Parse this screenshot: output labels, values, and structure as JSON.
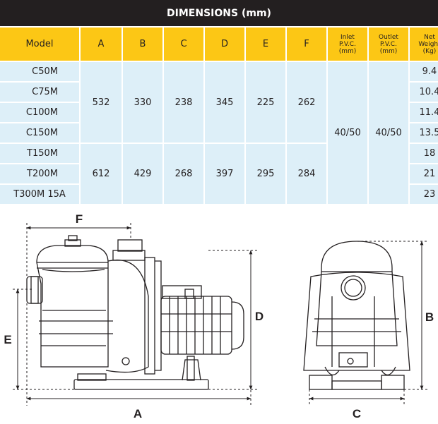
{
  "title": "DIMENSIONS (mm)",
  "headers": {
    "model": "Model",
    "a": "A",
    "b": "B",
    "c": "C",
    "d": "D",
    "e": "E",
    "f": "F",
    "inlet": [
      "Inlet",
      "P.V.C.",
      "(mm)"
    ],
    "outlet": [
      "Outlet",
      "P.V.C.",
      "(mm)"
    ],
    "weight": [
      "Net",
      "Weight",
      "(Kg)"
    ]
  },
  "models": [
    "C50M",
    "C75M",
    "C100M",
    "C150M",
    "T150M",
    "T200M",
    "T300M 15A"
  ],
  "weights": [
    "9.4",
    "10.4",
    "11.4",
    "13.5",
    "18",
    "21",
    "23"
  ],
  "groups": [
    {
      "a": "532",
      "b": "330",
      "c": "238",
      "d": "345",
      "e": "225",
      "f": "262"
    },
    {
      "a": "612",
      "b": "429",
      "c": "268",
      "d": "397",
      "e": "295",
      "f": "284"
    }
  ],
  "inlet_value": "40/50",
  "outlet_value": "40/50",
  "drawing_labels": {
    "a": "A",
    "b": "B",
    "c": "C",
    "d": "D",
    "e": "E",
    "f": "F"
  }
}
